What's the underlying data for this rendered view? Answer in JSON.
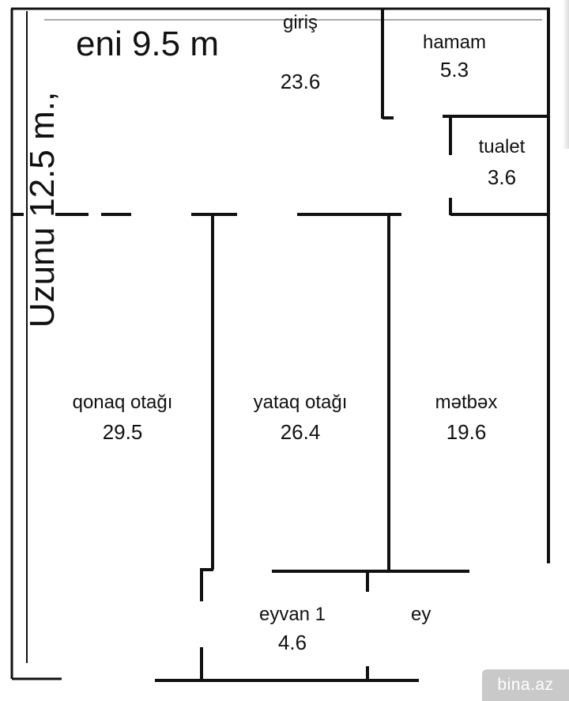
{
  "dimensions": {
    "width_label": "eni 9.5 m",
    "length_label": "Uzunu 12.5 m.,"
  },
  "rooms": {
    "giris": {
      "name": "giriş",
      "area": "23.6"
    },
    "hamam": {
      "name": "hamam",
      "area": "5.3"
    },
    "tualet": {
      "name": "tualet",
      "area": "3.6"
    },
    "qonaq": {
      "name": "qonaq otağı",
      "area": "29.5"
    },
    "yataq": {
      "name": "yataq otağı",
      "area": "26.4"
    },
    "metbex": {
      "name": "mətbəx",
      "area": "19.6"
    },
    "eyvan1": {
      "name": "eyvan 1",
      "area": "4.6"
    },
    "eyvan2": {
      "name": "ey"
    }
  },
  "watermark": "bina.az",
  "colors": {
    "wall": "#111111",
    "background": "#ffffff"
  }
}
